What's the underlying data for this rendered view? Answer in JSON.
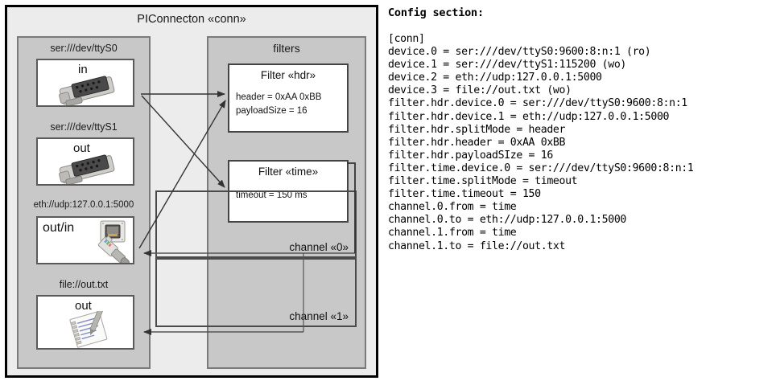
{
  "diagram": {
    "title": "PIConnecton «conn»",
    "devices_panel": {
      "devices": [
        {
          "label": "ser:///dev/ttyS0",
          "io": "in",
          "icon": "serial-db9-icon"
        },
        {
          "label": "ser:///dev/ttyS1",
          "io": "out",
          "icon": "serial-db9-icon"
        },
        {
          "label": "eth://udp:127.0.0.1:5000",
          "io": "out/in",
          "icon": "ethernet-rj45-icon"
        },
        {
          "label": "file://out.txt",
          "io": "out",
          "icon": "text-file-icon"
        }
      ]
    },
    "filters_panel": {
      "title": "filters",
      "filters": [
        {
          "title": "Filter «hdr»",
          "props": [
            "header = 0xAA 0xBB",
            "payloadSize = 16"
          ]
        },
        {
          "title": "Filter «time»",
          "props": [
            "timeout = 150 ms"
          ]
        }
      ],
      "channels": [
        {
          "label": "channel «0»"
        },
        {
          "label": "channel «1»"
        }
      ]
    }
  },
  "config": {
    "heading": "Config section:",
    "lines": [
      "[conn]",
      "device.0 = ser:///dev/ttyS0:9600:8:n:1 (ro)",
      "device.1 = ser:///dev/ttyS1:115200 (wo)",
      "device.2 = eth://udp:127.0.0.1:5000",
      "device.3 = file://out.txt (wo)",
      "filter.hdr.device.0 = ser:///dev/ttyS0:9600:8:n:1",
      "filter.hdr.device.1 = eth://udp:127.0.0.1:5000",
      "filter.hdr.splitMode = header",
      "filter.hdr.header = 0xAA 0xBB",
      "filter.hdr.payloadSIze = 16",
      "filter.time.device.0 = ser:///dev/ttyS0:9600:8:n:1",
      "filter.time.splitMode = timeout",
      "filter.time.timeout = 150",
      "channel.0.from = time",
      "channel.0.to = eth://udp:127.0.0.1:5000",
      "channel.1.from = time",
      "channel.1.to = file://out.txt"
    ],
    "text": "[conn]\ndevice.0 = ser:///dev/ttyS0:9600:8:n:1 (ro)\ndevice.1 = ser:///dev/ttyS1:115200 (wo)\ndevice.2 = eth://udp:127.0.0.1:5000\ndevice.3 = file://out.txt (wo)\nfilter.hdr.device.0 = ser:///dev/ttyS0:9600:8:n:1\nfilter.hdr.device.1 = eth://udp:127.0.0.1:5000\nfilter.hdr.splitMode = header\nfilter.hdr.header = 0xAA 0xBB\nfilter.hdr.payloadSIze = 16\nfilter.time.device.0 = ser:///dev/ttyS0:9600:8:n:1\nfilter.time.splitMode = timeout\nfilter.time.timeout = 150\nchannel.0.from = time\nchannel.0.to = eth://udp:127.0.0.1:5000\nchannel.1.from = time\nchannel.1.to = file://out.txt"
  },
  "colors": {
    "page_background": "#ffffff",
    "outer_border": "#000000",
    "container_fill": "#ececec",
    "panel_fill": "#c8c8c8",
    "panel_border": "#7a7a7a",
    "card_fill": "#ffffff",
    "card_border": "#5a5a5a",
    "arrow": "#333333",
    "text": "#111111"
  }
}
